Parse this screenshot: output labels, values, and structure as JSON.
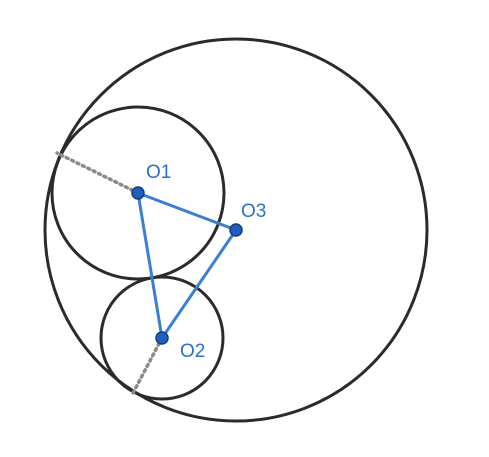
{
  "diagram": {
    "points": [
      {
        "id": "O1",
        "label": "O1"
      },
      {
        "id": "O2",
        "label": "O2"
      },
      {
        "id": "O3",
        "label": "O3"
      }
    ],
    "triangle": [
      "O1",
      "O2",
      "O3"
    ],
    "colors": {
      "circles": "#2b2b2b",
      "triangle": "#3a7fd5",
      "points": "#1f5fbf",
      "labels": "#2a6fc9",
      "dotted_radii": "#8a8a8a"
    }
  }
}
